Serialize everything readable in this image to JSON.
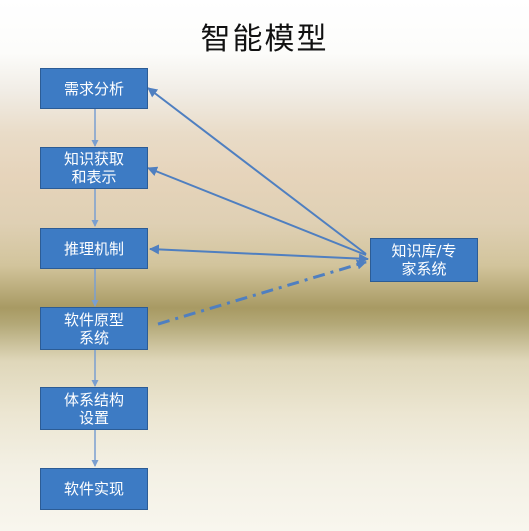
{
  "title": "智能模型",
  "steps": [
    {
      "label": "需求分析"
    },
    {
      "label": "知识获取\n和表示"
    },
    {
      "label": "推理机制"
    },
    {
      "label": "软件原型\n系统"
    },
    {
      "label": "体系结构\n设置"
    },
    {
      "label": "软件实现"
    }
  ],
  "knowledge_base": {
    "label": "知识库/专\n家系统"
  },
  "colors": {
    "box_fill": "#3d7bc4",
    "box_border": "#2c5c95",
    "arrow": "#4f7fc0",
    "text": "#ffffff"
  }
}
